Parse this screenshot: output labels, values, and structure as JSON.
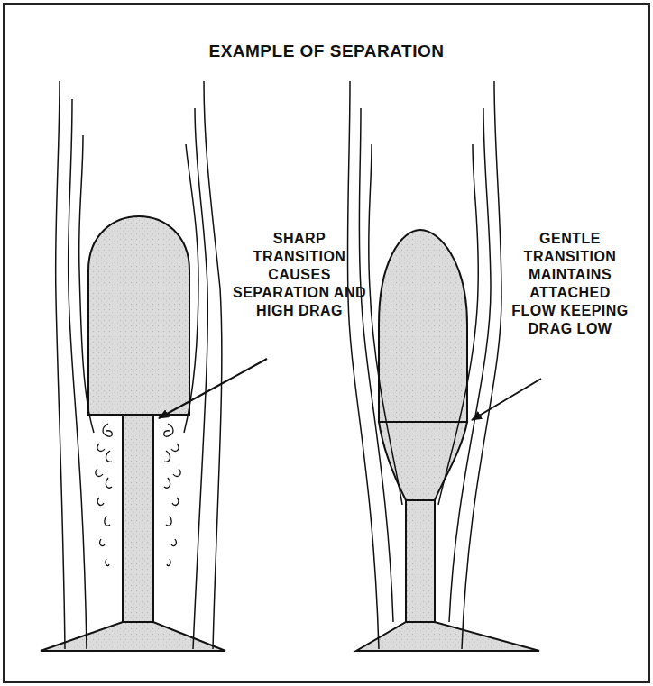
{
  "diagram": {
    "title": "EXAMPLE OF SEPARATION",
    "labels": [
      "SHARP TRANSITION CAUSES SEPARATION AND HIGH DRAG",
      "GENTLE TRANSITION MAINTAINS ATTACHED FLOW KEEPING DRAG LOW"
    ]
  }
}
